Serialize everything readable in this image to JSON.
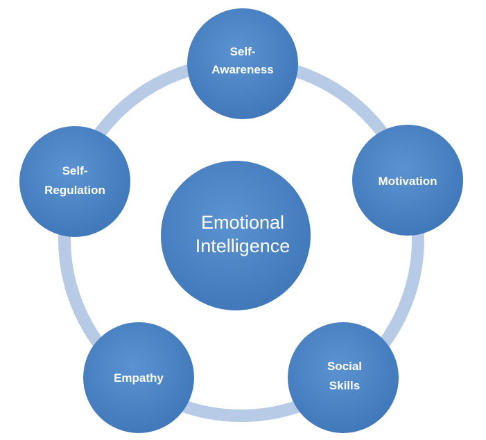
{
  "colors": {
    "node_fill": "#4f86c6",
    "node_fill_dark": "#3f74b4",
    "ring": "#b8cbe6",
    "background": "#ffffff",
    "text": "#ffffff"
  },
  "center": {
    "line1": "Emotional",
    "line2": "Intelligence"
  },
  "nodes": [
    {
      "id": "self-awareness",
      "line1": "Self-",
      "line2": "Awareness"
    },
    {
      "id": "motivation",
      "line1": "Motivation",
      "line2": ""
    },
    {
      "id": "social-skills",
      "line1": "Social",
      "line2": "Skills"
    },
    {
      "id": "empathy",
      "line1": "Empathy",
      "line2": ""
    },
    {
      "id": "self-regulation",
      "line1": "Self-",
      "line2": "Regulation"
    }
  ]
}
